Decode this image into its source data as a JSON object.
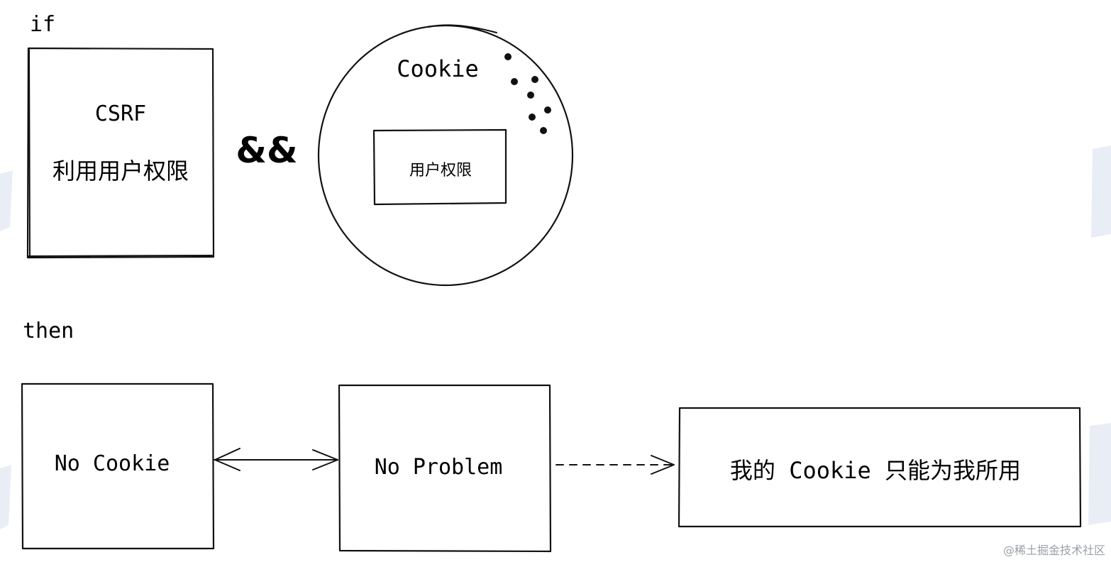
{
  "labels": {
    "if": "if",
    "then": "then",
    "and_operator": "&&"
  },
  "csrf_box": {
    "title": "CSRF",
    "subtitle": "利用用户权限"
  },
  "cookie_circle": {
    "title": "Cookie",
    "inner_box_label": "用户权限"
  },
  "result_row": {
    "no_cookie": "No Cookie",
    "no_problem": "No Problem",
    "outcome": "我的 Cookie 只能为我所用"
  },
  "watermark": "@稀土掘金技术社区",
  "colors": {
    "ink": "#111111",
    "background": "#ffffff",
    "watermark": "#9aa0a8"
  }
}
